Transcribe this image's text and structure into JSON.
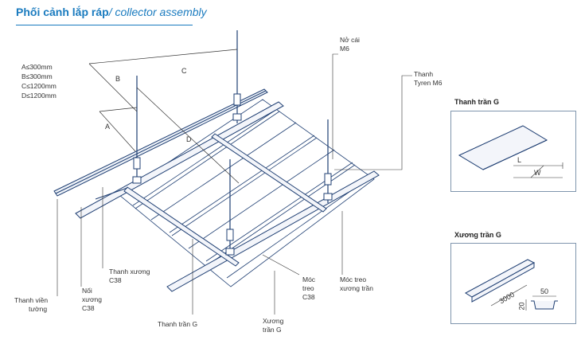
{
  "title": {
    "vi": "Phối cảnh lắp ráp",
    "en": "/ collector assembly"
  },
  "limits": [
    "A≤300mm",
    "B≤300mm",
    "C≤1200mm",
    "D≤1200mm"
  ],
  "dimensions": {
    "a": "A",
    "b": "B",
    "c": "C",
    "d": "D"
  },
  "labels": {
    "nut": [
      "Nở cái",
      "M6"
    ],
    "rod": [
      "Thanh",
      "Tyren M6"
    ],
    "c38": [
      "Thanh xương",
      "C38"
    ],
    "c38_joint": [
      "Nối",
      "xương",
      "C38"
    ],
    "wall_angle": [
      "Thanh viền",
      "tường"
    ],
    "panel": "Thanh trần G",
    "g_bone": [
      "Xương",
      "trần G"
    ],
    "c38_hanger": [
      "Móc",
      "treo",
      "C38"
    ],
    "g_hanger": [
      "Móc treo",
      "xương trần"
    ]
  },
  "detail_panel": {
    "title": "Thanh trần G",
    "l": "L",
    "w": "W"
  },
  "detail_bone": {
    "title": "Xương trần G",
    "length": "3000",
    "width": "50",
    "height": "20"
  }
}
